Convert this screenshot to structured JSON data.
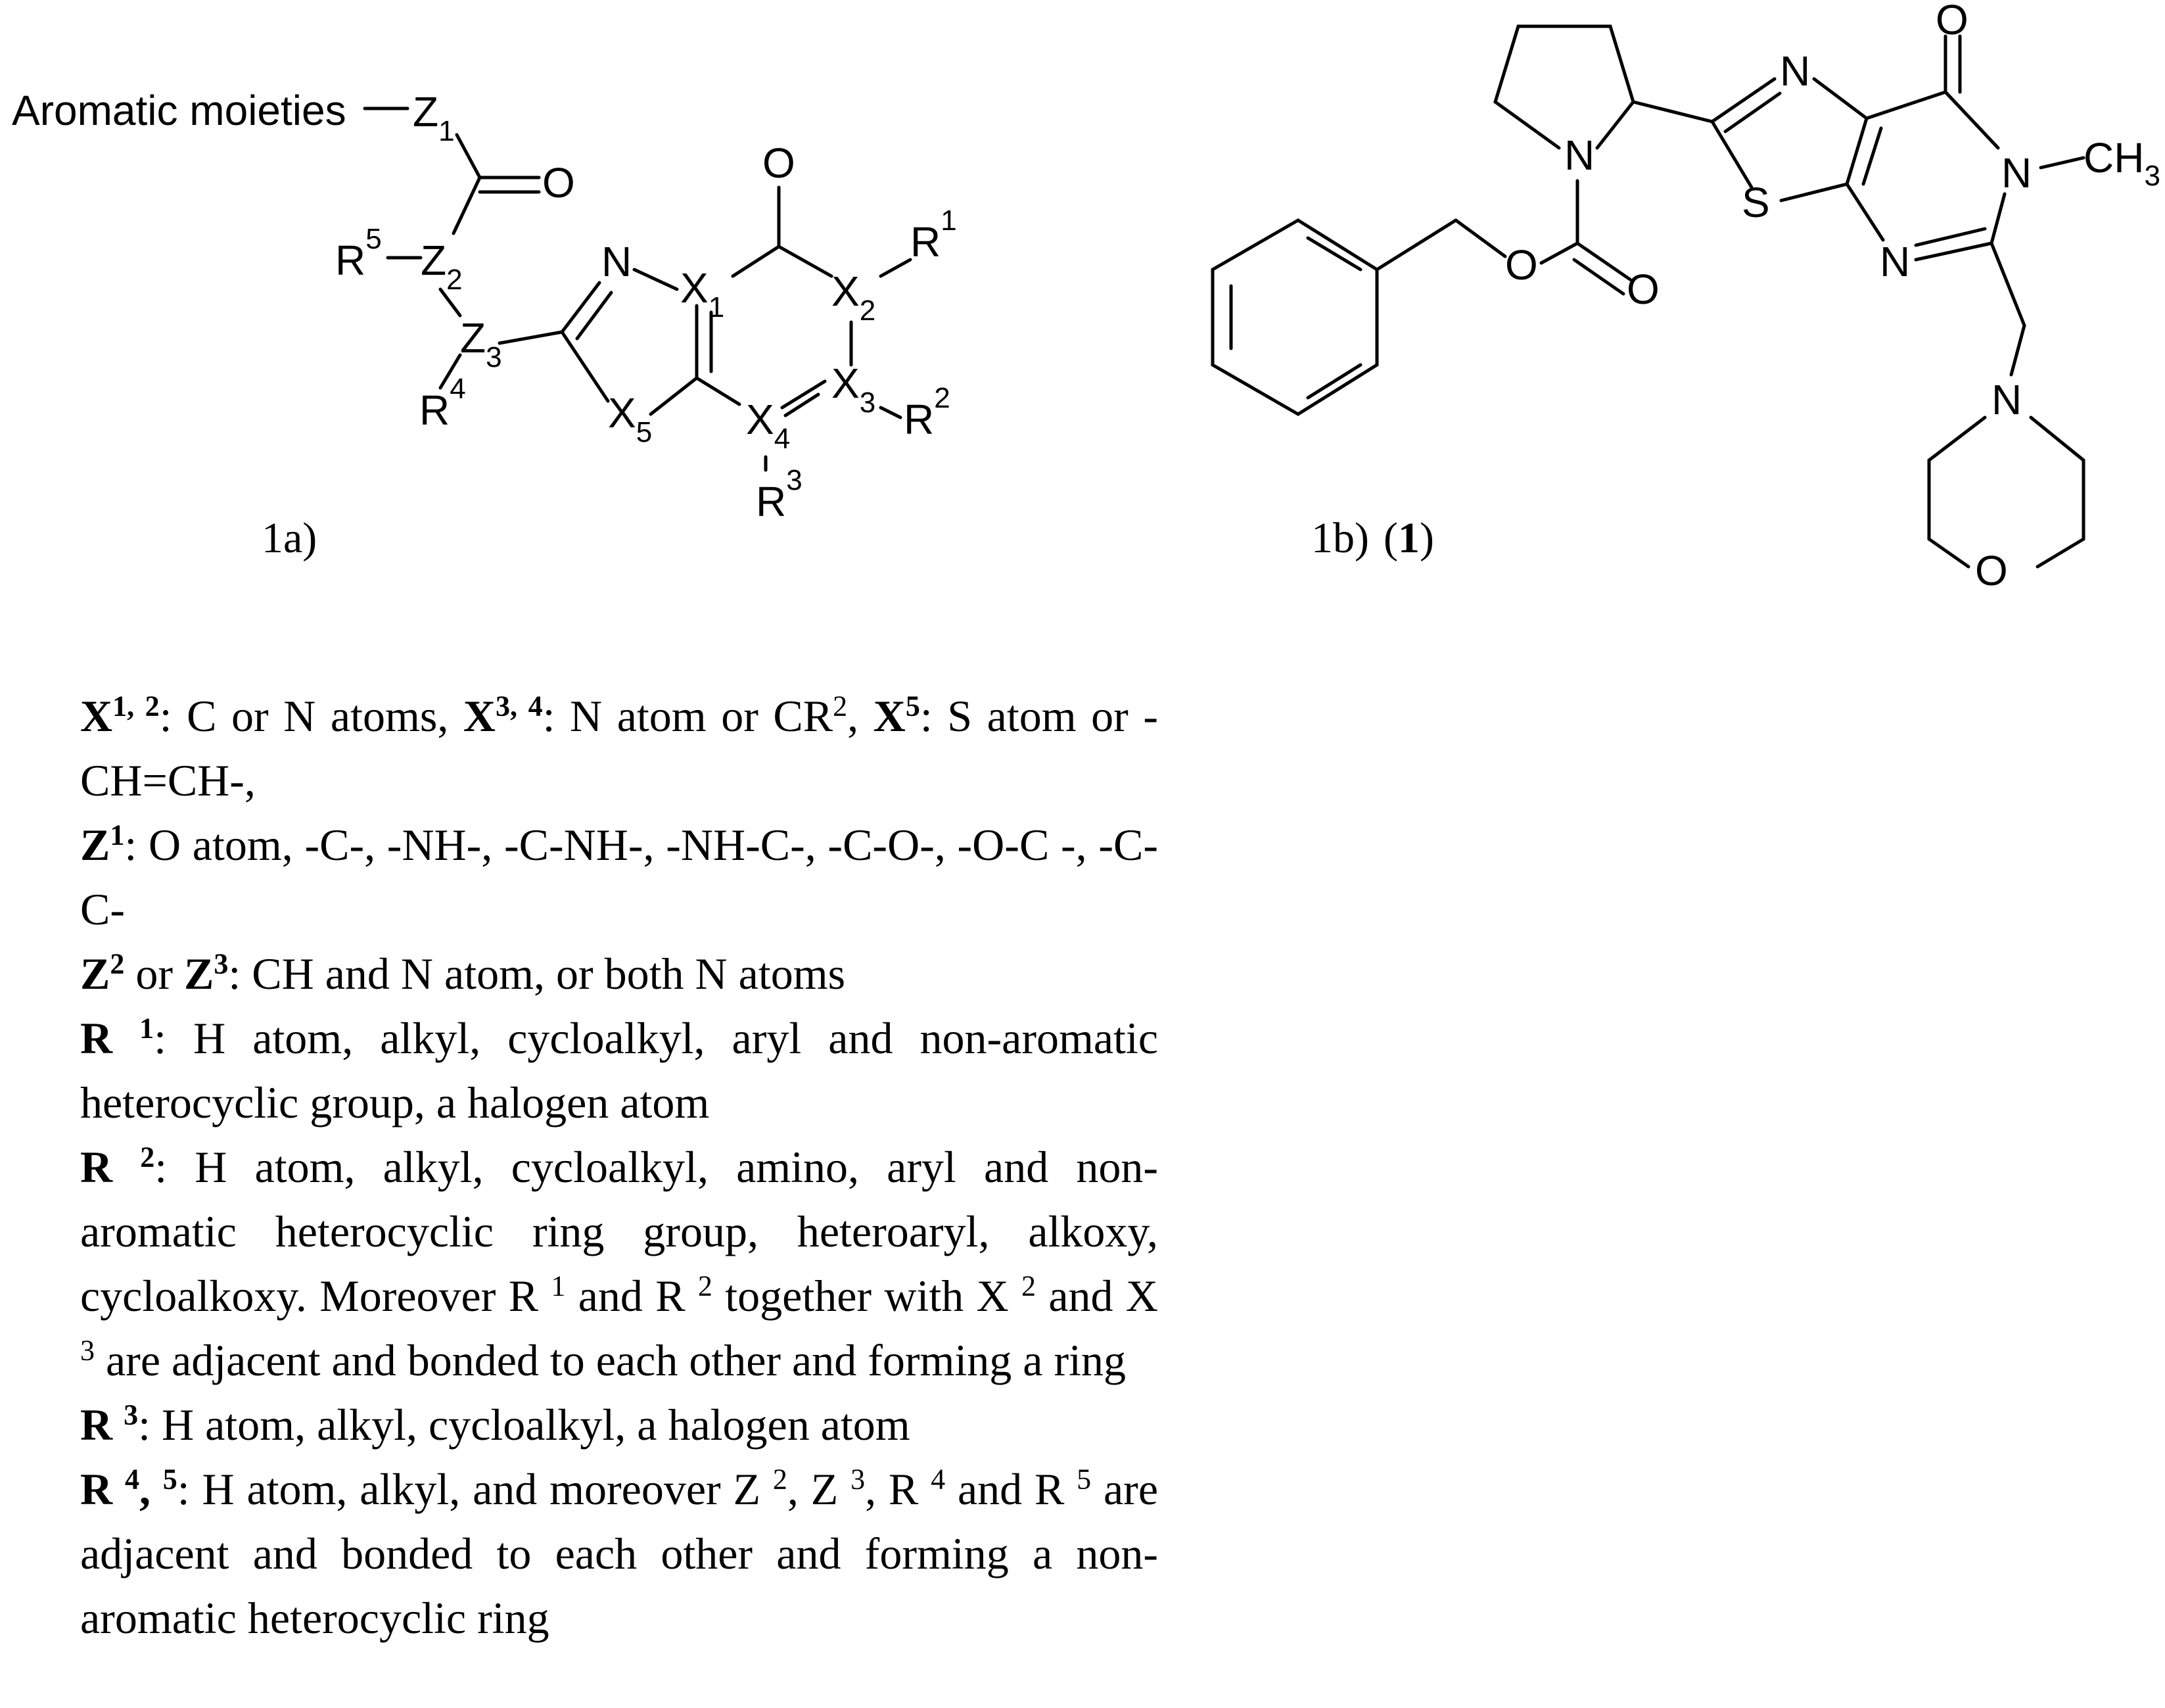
{
  "structure_1a": {
    "aromatic_label": "Aromatic moieties",
    "atoms": {
      "Z1": {
        "el": "Z",
        "sub": "1"
      },
      "O_carbonyl_top": {
        "el": "O"
      },
      "R5": {
        "el": "R",
        "sup": "5"
      },
      "Z2": {
        "el": "Z",
        "sub": "2"
      },
      "Z3": {
        "el": "Z",
        "sub": "3"
      },
      "R4": {
        "el": "R",
        "sup": "4"
      },
      "N_ring": {
        "el": "N"
      },
      "X1": {
        "el": "X",
        "sub": "1"
      },
      "O_ring": {
        "el": "O"
      },
      "X2": {
        "el": "X",
        "sub": "2"
      },
      "R1": {
        "el": "R",
        "sup": "1"
      },
      "X3": {
        "el": "X",
        "sub": "3"
      },
      "R2": {
        "el": "R",
        "sup": "2"
      },
      "X4": {
        "el": "X",
        "sub": "4"
      },
      "R3": {
        "el": "R",
        "sup": "3"
      },
      "X5": {
        "el": "X",
        "sub": "5"
      }
    },
    "caption": "1a)"
  },
  "structure_1b": {
    "atoms": {
      "N_pyrrolidine": "N",
      "O_ester": "O",
      "O_carbonyl": "O",
      "N_thiazole": "N",
      "S_thiazole": "S",
      "O_pyrimidinone": "O",
      "N_methyl": "N",
      "CH3": {
        "el": "CH",
        "sub": "3"
      },
      "N_pyrimidine": "N",
      "N_morpholine": "N",
      "O_morpholine": "O"
    },
    "caption_prefix": "1b)",
    "caption_open": "(",
    "caption_number": "1",
    "caption_close": ")"
  },
  "legend": [
    [
      {
        "b": "X"
      },
      {
        "bsup": "1, 2"
      },
      {
        "t": ": C or N atoms, "
      },
      {
        "b": "X"
      },
      {
        "bsup": "3, 4"
      },
      {
        "t": ": N atom or CR"
      },
      {
        "sup": "2"
      },
      {
        "t": ", "
      },
      {
        "b": "X"
      },
      {
        "bsup": "5"
      },
      {
        "t": ": S atom or -CH=CH-,"
      }
    ],
    [
      {
        "b": "Z"
      },
      {
        "bsup": "1"
      },
      {
        "t": ": O atom, -C-, -NH-, -C-NH-, -NH-C-, -C-O-, -O-C -, -C-C-"
      }
    ],
    [
      {
        "b": "Z"
      },
      {
        "bsup": "2"
      },
      {
        "t": " or "
      },
      {
        "b": "Z"
      },
      {
        "bsup": "3"
      },
      {
        "t": ": CH and N atom, or both N atoms"
      }
    ],
    [
      {
        "b": "R "
      },
      {
        "bsup": "1"
      },
      {
        "t": ": H atom, alkyl, cycloalkyl, aryl and non-aromatic heterocyclic group, a halogen atom"
      }
    ],
    [
      {
        "b": "R "
      },
      {
        "bsup": "2"
      },
      {
        "t": ": H atom, alkyl, cycloalkyl, amino, aryl and non-aromatic heterocyclic ring group, heteroaryl, alkoxy, cycloalkoxy. Moreover R "
      },
      {
        "sup": "1"
      },
      {
        "t": " and R "
      },
      {
        "sup": "2"
      },
      {
        "t": " together with X "
      },
      {
        "sup": "2"
      },
      {
        "t": " and X "
      },
      {
        "sup": "3"
      },
      {
        "t": " are adjacent and bonded to each other and forming a ring"
      }
    ],
    [
      {
        "b": "R "
      },
      {
        "bsup": "3"
      },
      {
        "t": ": H atom, alkyl, cycloalkyl, a halogen atom"
      }
    ],
    [
      {
        "b": "R "
      },
      {
        "bsup": "4"
      },
      {
        "b": ", "
      },
      {
        "bsup": "5"
      },
      {
        "t": ": H atom, alkyl, and moreover Z "
      },
      {
        "sup": "2"
      },
      {
        "t": ", Z "
      },
      {
        "sup": "3"
      },
      {
        "t": ", R "
      },
      {
        "sup": "4"
      },
      {
        "t": " and R "
      },
      {
        "sup": "5"
      },
      {
        "t": " are adjacent and bonded to each other and forming a non-aromatic heterocyclic ring"
      }
    ]
  ]
}
